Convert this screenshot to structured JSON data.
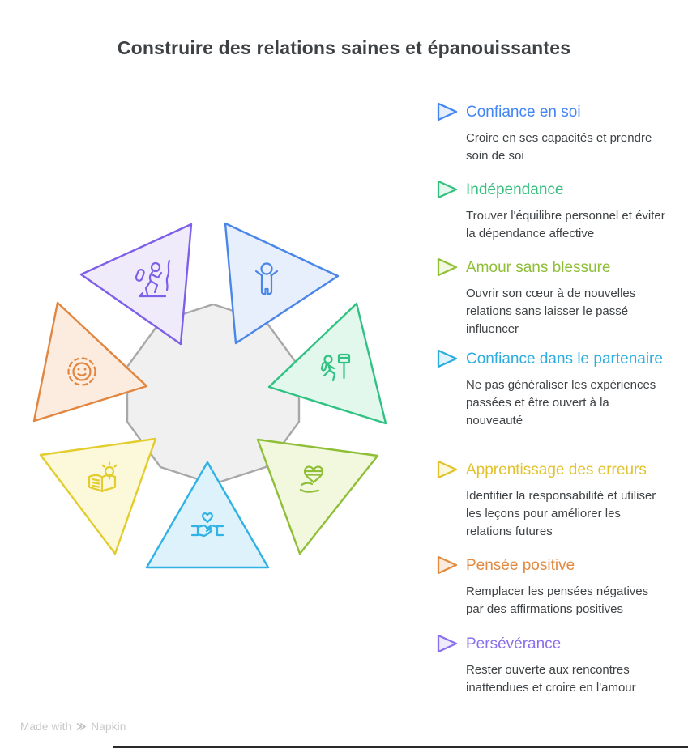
{
  "page": {
    "title": "Construire des relations saines et épanouissantes",
    "body_text_color": "#3f4346"
  },
  "items": [
    {
      "title": "Confiance en soi",
      "desc": "Croire en ses capacités et prendre soin de soi",
      "color": "#4285f4",
      "fill": "#e6eefc"
    },
    {
      "title": "Indépendance",
      "desc": "Trouver l'équilibre personnel et éviter la dépendance affective",
      "color": "#34c17d",
      "fill": "#e3f8ee"
    },
    {
      "title": "Amour sans blessure",
      "desc": "Ouvrir son cœur à de nouvelles relations sans laisser le passé influencer",
      "color": "#8fbe37",
      "fill": "#f2f8de"
    },
    {
      "title": "Confiance dans le partenaire",
      "desc": "Ne pas généraliser les expériences passées et être ouvert à la nouveauté",
      "color": "#2cacdf",
      "fill": "#e0f4fc"
    },
    {
      "title": "Apprentissage des erreurs",
      "desc": "Identifier la responsabilité et utiliser les leçons pour améliorer les relations futures",
      "color": "#e2c22c",
      "fill": "#fcf8dc"
    },
    {
      "title": "Pensée positive",
      "desc": "Remplacer les pensées négatives par des affirmations positives",
      "color": "#e28a40",
      "fill": "#fcebdc"
    },
    {
      "title": "Persévérance",
      "desc": "Rester ouverte aux rencontres inattendues et croire en l'amour",
      "color": "#8a70eb",
      "fill": "#eeebfc"
    }
  ],
  "diagram": {
    "center": {
      "fill": "#f0f0f0",
      "stroke": "#a8a8a8"
    },
    "triangles": [
      {
        "icon": "cheering-person-icon",
        "stroke": "#4a86e8",
        "fill": "#e7effc"
      },
      {
        "icon": "walking-to-exit-icon",
        "stroke": "#31c283",
        "fill": "#e2f8ec"
      },
      {
        "icon": "bandaged-heart-icon",
        "stroke": "#8fbe37",
        "fill": "#f1f8dd"
      },
      {
        "icon": "handshake-heart-icon",
        "stroke": "#30b2e5",
        "fill": "#def2fb"
      },
      {
        "icon": "book-lightbulb-icon",
        "stroke": "#e3cc2e",
        "fill": "#fcf8da"
      },
      {
        "icon": "smiley-face-icon",
        "stroke": "#e2853e",
        "fill": "#fcecdf"
      },
      {
        "icon": "climbing-person-icon",
        "stroke": "#7d5fe9",
        "fill": "#efebfb"
      }
    ]
  },
  "watermark": {
    "prefix": "Made with",
    "brand": "Napkin"
  }
}
